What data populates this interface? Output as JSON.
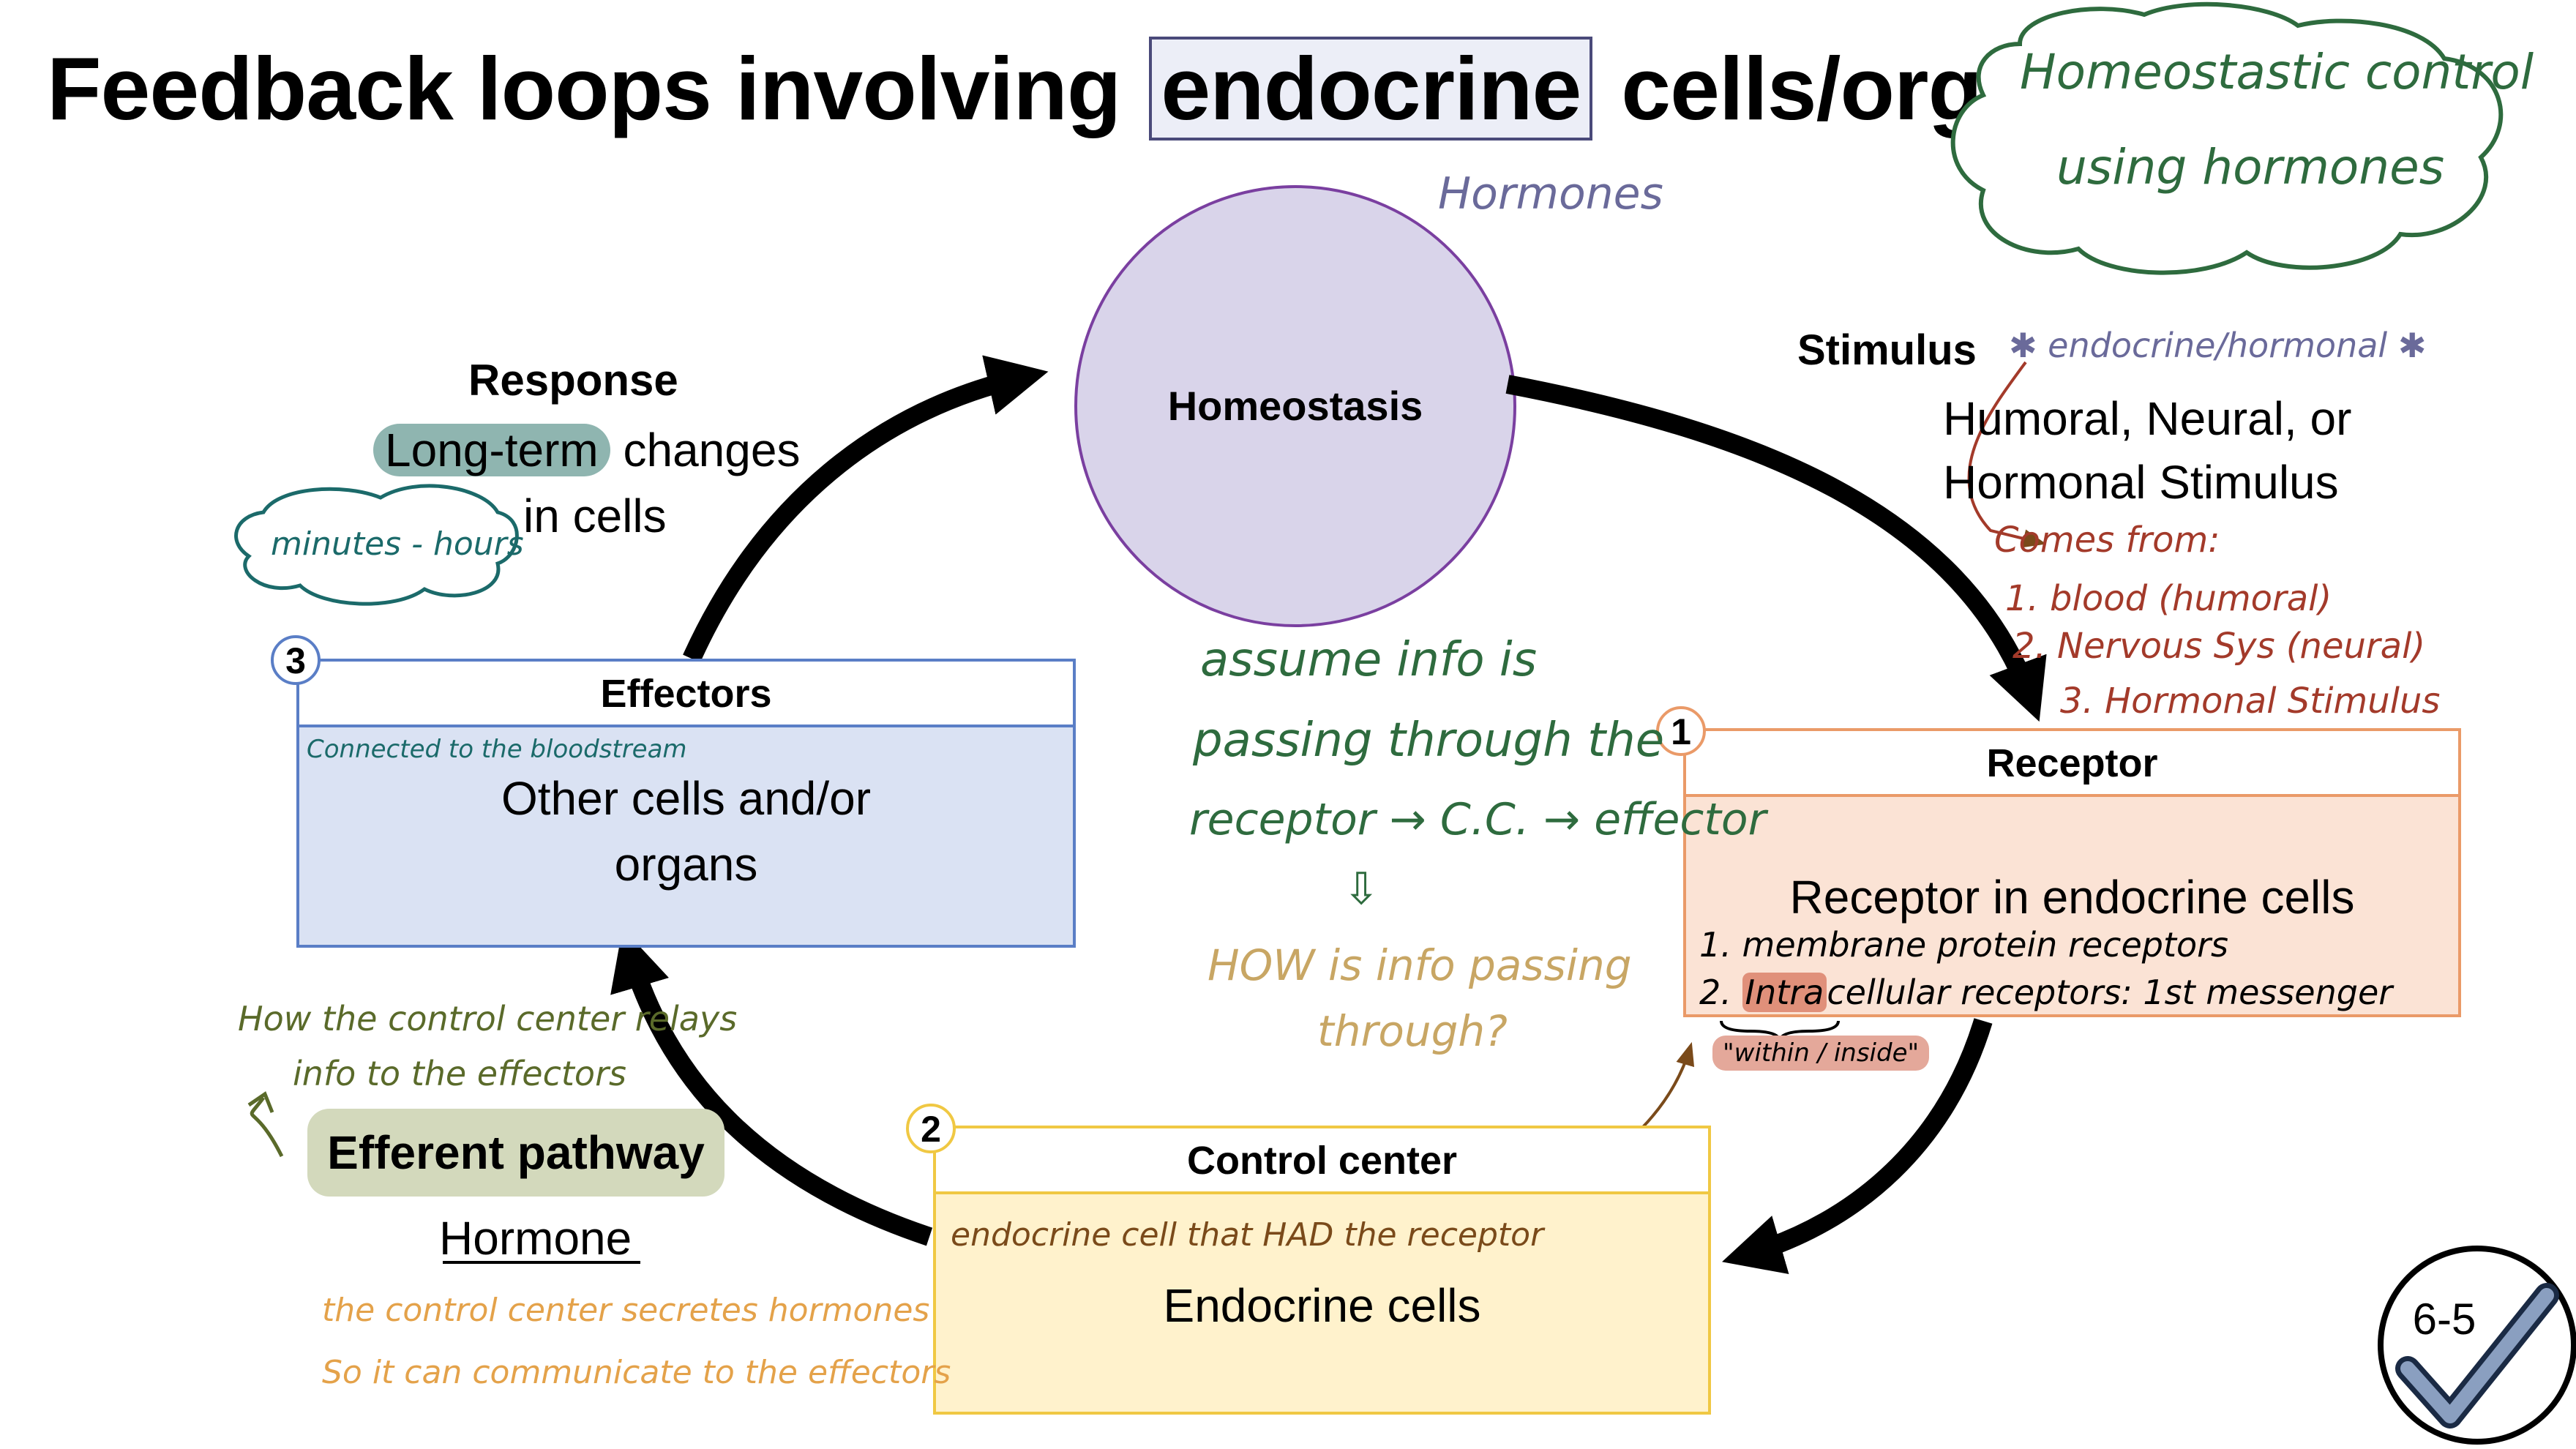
{
  "title": {
    "part1": "Feedback loops involving",
    "highlight": "endocrine",
    "part2": "cells/organs"
  },
  "cloud_note": {
    "line1": "Homeostastic control",
    "line2": "using hormones"
  },
  "hormones_note": "Hormones",
  "center": {
    "label": "Homeostasis"
  },
  "stimulus": {
    "label": "Stimulus",
    "note": "endocrine/hormonal",
    "line1": "Humoral, Neural, or",
    "line2": "Hormonal Stimulus"
  },
  "stimulus_sources": {
    "heading": "Comes from:",
    "items": [
      "1. blood (humoral)",
      "2. Nervous Sys (neural)",
      "3. Hormonal Stimulus"
    ]
  },
  "receptor": {
    "number": "1",
    "header": "Receptor",
    "body": "Receptor in endocrine cells",
    "note1": "1. membrane protein receptors",
    "note2_prefix": "2.",
    "note2_hl": "Intra",
    "note2_rest": "cellular receptors: 1st messenger",
    "within": "\"within / inside\""
  },
  "control": {
    "number": "2",
    "header": "Control center",
    "note": "endocrine cell that HAD the receptor",
    "body": "Endocrine cells"
  },
  "effectors": {
    "number": "3",
    "header": "Effectors",
    "note": "Connected to the bloodstream",
    "body1": "Other cells and/or",
    "body2": "organs"
  },
  "response": {
    "label": "Response",
    "hl": "Long-term",
    "rest": " changes",
    "line2": "in cells",
    "time_note": "minutes - hours"
  },
  "middle_note": {
    "line1": "assume info is",
    "line2": "passing through the",
    "line3": "receptor → C.C. → effector",
    "arrow": "⇩",
    "q1": "HOW is info passing",
    "q2": "through?"
  },
  "efferent": {
    "relay1": "How the control center relays",
    "relay2": "info to the effectors",
    "label": "Efferent pathway",
    "hormone": "Hormone",
    "secrete1": "the control center secretes hormones",
    "secrete2": "So it can communicate to the effectors"
  },
  "badge": {
    "text": "6-5"
  },
  "colors": {
    "receptor_fill": "#fbe3d5",
    "receptor_border": "#ea9a68",
    "control_fill": "#fff2cc",
    "control_border": "#f0c843",
    "effector_fill": "#dae2f3",
    "effector_border": "#5a7ec6",
    "circle_fill": "#d9d4ea",
    "circle_border": "#7a3fa0",
    "green_note": "#2e6b3e",
    "gold_note": "#c8a664",
    "red_note": "#a33a2a",
    "orange_note": "#e4a24a",
    "olive_note": "#5a6a2a",
    "teal_note": "#1b6a6a",
    "purple_note": "#6a6a9a"
  }
}
